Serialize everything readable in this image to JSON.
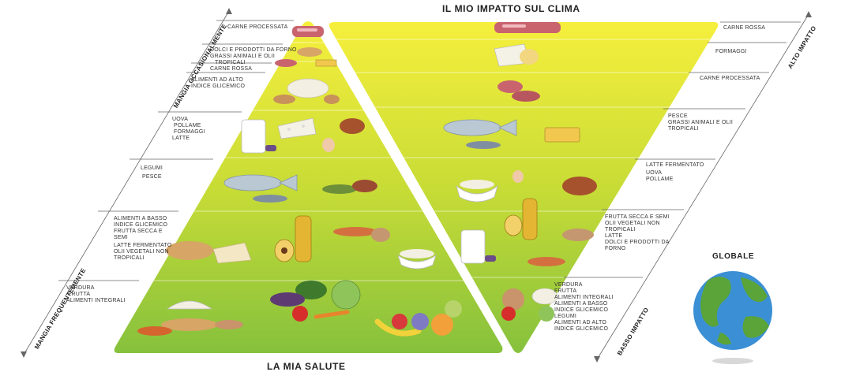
{
  "titles": {
    "top": "IL MIO IMPATTO SUL CLIMA",
    "bottom": "LA MIA SALUTE",
    "globe": "GLOBALE"
  },
  "axes": {
    "left_top": "MANGIA OCCASIONALMENTE",
    "left_bottom": "MANGIA FREQUENTEMENTE",
    "right_top": "ALTO IMPATTO",
    "right_bottom": "BASSO IMPATTO"
  },
  "health_levels": [
    [
      "CARNE PROCESSATA"
    ],
    [
      "DOLCI E PRODOTTI DA FORNO",
      "GRASSI ANIMALI E OLII",
      "TROPICALI",
      "CARNE ROSSA"
    ],
    [
      "ALIMENTI AD ALTO",
      "INDICE GLICEMICO"
    ],
    [
      "UOVA",
      "POLLAME",
      "FORMAGGI",
      "LATTE"
    ],
    [
      "LEGUMI",
      "PESCE"
    ],
    [
      "ALIMENTI A BASSO",
      "INDICE GLICEMICO",
      "FRUTTA SECCA E",
      "SEMI",
      "LATTE FERMENTATO",
      "OLII VEGETALI NON",
      "TROPICALI"
    ],
    [
      "VERDURA",
      "FRUTTA",
      "ALIMENTI INTEGRALI"
    ]
  ],
  "climate_levels": [
    [
      "CARNE ROSSA"
    ],
    [
      "FORMAGGI"
    ],
    [
      "CARNE PROCESSATA"
    ],
    [
      "PESCE",
      "GRASSI ANIMALI E OLII",
      "TROPICALI"
    ],
    [
      "LATTE FERMENTATO",
      "UOVA",
      "POLLAME"
    ],
    [
      "FRUTTA SECCA E SEMI",
      "OLII VEGETALI NON",
      "TROPICALI",
      "LATTE",
      "DOLCI E PRODOTTI DA",
      "FORNO"
    ],
    [
      "VERDURA",
      "FRUTTA",
      "ALIMENTI INTEGRALI",
      "ALIMENTI A BASSO",
      "INDICE GLICEMICO",
      "LEGUMI",
      "ALIMENTI AD ALTO",
      "INDICE GLICEMICO"
    ]
  ],
  "colors": {
    "pyramid_top": "#f5ee3a",
    "pyramid_bottom": "#8cc63f",
    "ocean": "#3b8fd4",
    "land": "#5aa43a"
  },
  "icons": {
    "food": [
      "meat-icon",
      "cheese-icon",
      "fish-icon",
      "chicken-icon",
      "milk-icon",
      "egg-icon",
      "oil-bottle-icon",
      "bread-icon",
      "fruit-icon",
      "vegetable-icon",
      "legumes-icon",
      "nuts-icon",
      "butter-icon",
      "rice-icon"
    ],
    "globe": "globe-icon"
  }
}
